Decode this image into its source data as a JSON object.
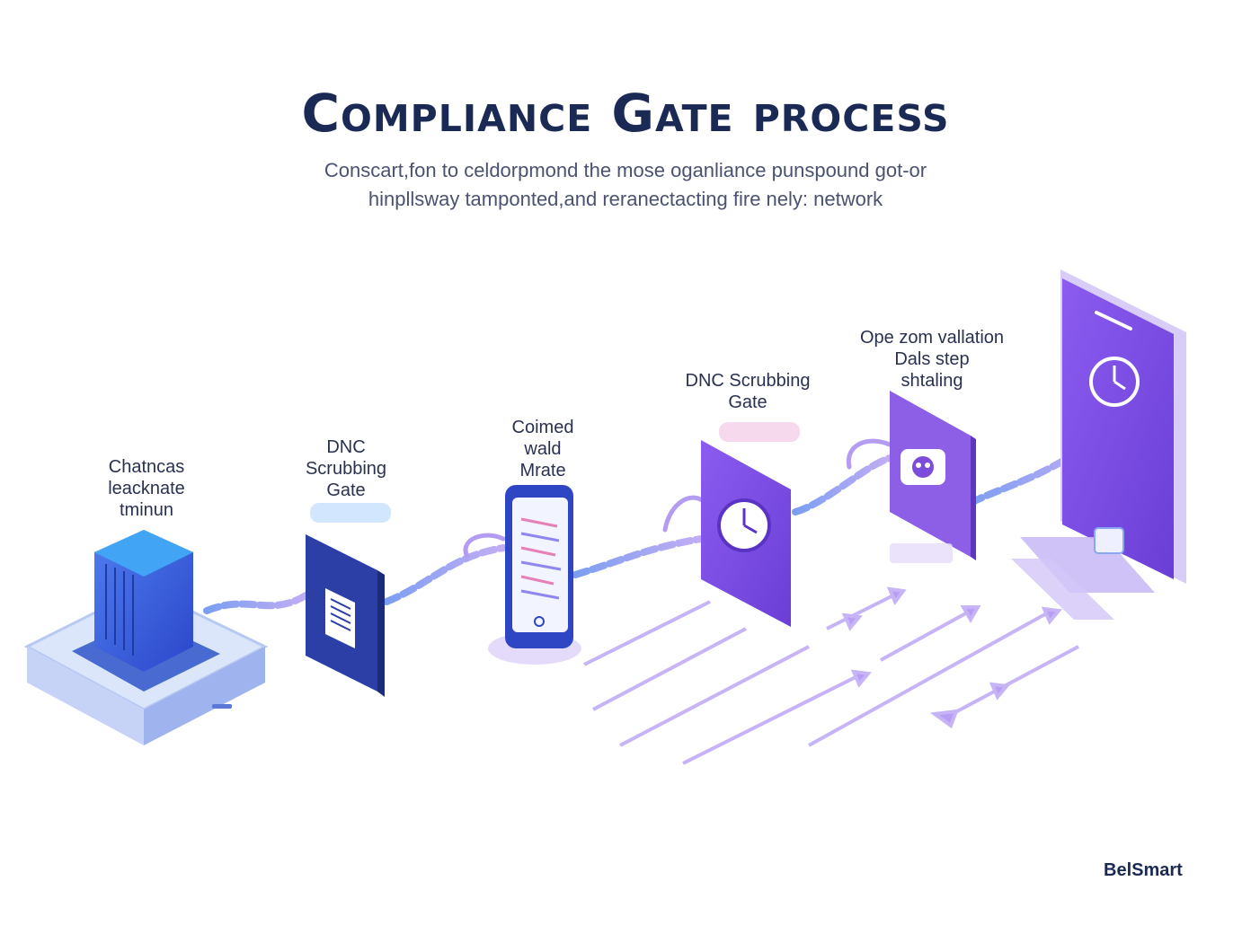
{
  "header": {
    "title": "Compliance Gate process",
    "subtitle_lines": [
      "Conscart,fon to celdorpmond the mose oganliance punspound got-or",
      "hinpllsway tamponted,and reranectacting fire nely: network"
    ]
  },
  "stages": [
    {
      "lines": [
        "Chatncas",
        "leacknate",
        "tminun"
      ],
      "icon": "server-base-icon"
    },
    {
      "lines": [
        "DNC",
        "Scrubbing",
        "Gate"
      ],
      "icon": "document-icon"
    },
    {
      "lines": [
        "Coimed",
        "wald",
        "Mrate"
      ],
      "icon": "phone-list-icon"
    },
    {
      "lines": [
        "DNC Scrubbing",
        "Gate"
      ],
      "icon": "clock-icon"
    },
    {
      "lines": [
        "Ope zom vallation",
        "Dals step",
        "shtaling"
      ],
      "icon": "lock-badge-icon"
    },
    {
      "lines": [],
      "icon": "phone-clock-icon"
    }
  ],
  "brand": {
    "name": "BelSmart"
  },
  "colors": {
    "title": "#1b2a55",
    "blue": "#3b5bdb",
    "navy_card": "#2c3fa6",
    "purple": "#7c4ddb",
    "lavender": "#c9b8f5"
  }
}
